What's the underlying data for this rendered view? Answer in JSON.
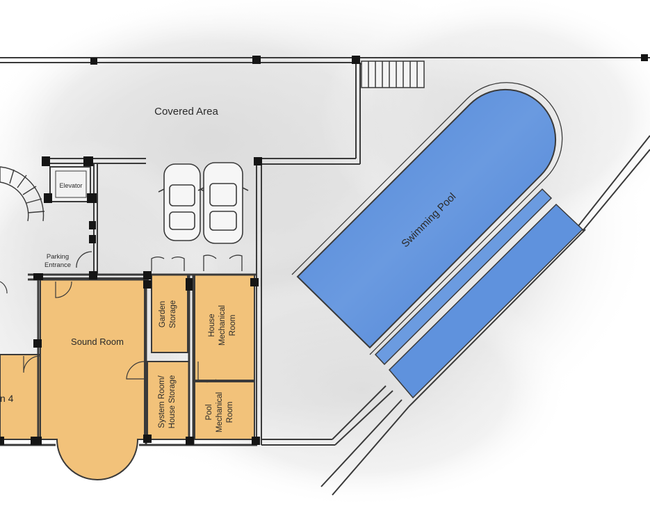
{
  "labels": {
    "covered_area": "Covered Area",
    "elevator": "Elevator",
    "parking_entrance_line1": "Parking",
    "parking_entrance_line2": "Entrance",
    "sound_room": "Sound Room",
    "garden_storage_line1": "Garden",
    "garden_storage_line2": "Storage",
    "house_mech_line1": "House",
    "house_mech_line2": "Mechanical",
    "house_mech_line3": "Room",
    "system_room_line1": "System Room/",
    "system_room_line2": "House Storage",
    "pool_mech_line1": "Pool",
    "pool_mech_line2": "Mechanical",
    "pool_mech_line3": "Room",
    "swimming_pool": "Swimming Pool",
    "room_4_partial": "n 4"
  },
  "colors": {
    "room_fill": "#f2c27a",
    "pool_fill": "#5c8fdc",
    "wall": "#3a3a3a",
    "column": "#151515",
    "wash": "#e2e2e2"
  }
}
